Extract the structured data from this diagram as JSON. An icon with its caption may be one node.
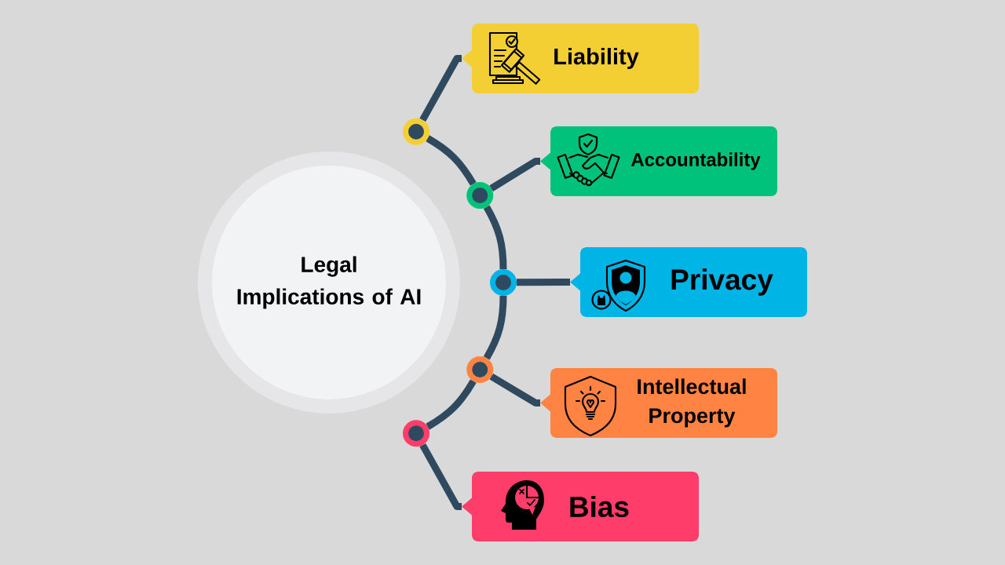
{
  "diagram": {
    "nodes": [
      {
        "text": [
          "Legal Implications of AI"
        ]
      },
      {
        "text": [],
        "shape": "circle"
      },
      {
        "text": [
          "Liability"
        ]
      },
      {
        "text": [],
        "shape": "circle"
      },
      {
        "text": [
          "Accountability"
        ]
      },
      {
        "text": [],
        "shape": "circle"
      },
      {
        "text": [
          "Privacy"
        ]
      },
      {
        "text": [],
        "shape": "circle"
      },
      {
        "text": [
          "Intellectual Property"
        ]
      },
      {
        "text": [],
        "shape": "circle"
      },
      {
        "text": [
          "Bias"
        ]
      }
    ],
    "edges": [
      {
        "from": 1,
        "to": 2,
        "arrow": "none"
      },
      {
        "from": 3,
        "to": 4,
        "arrow": "none"
      },
      {
        "from": 5,
        "to": 6,
        "arrow": "none"
      },
      {
        "from": 7,
        "to": 8,
        "arrow": "none"
      },
      {
        "from": 9,
        "to": 10,
        "arrow": "none"
      },
      {
        "from": 1,
        "to": 3,
        "arrow": "none"
      },
      {
        "from": 3,
        "to": 5,
        "arrow": "none"
      },
      {
        "from": 5,
        "to": 7,
        "arrow": "none"
      },
      {
        "from": 7,
        "to": 9,
        "arrow": "none"
      }
    ]
  }
}
